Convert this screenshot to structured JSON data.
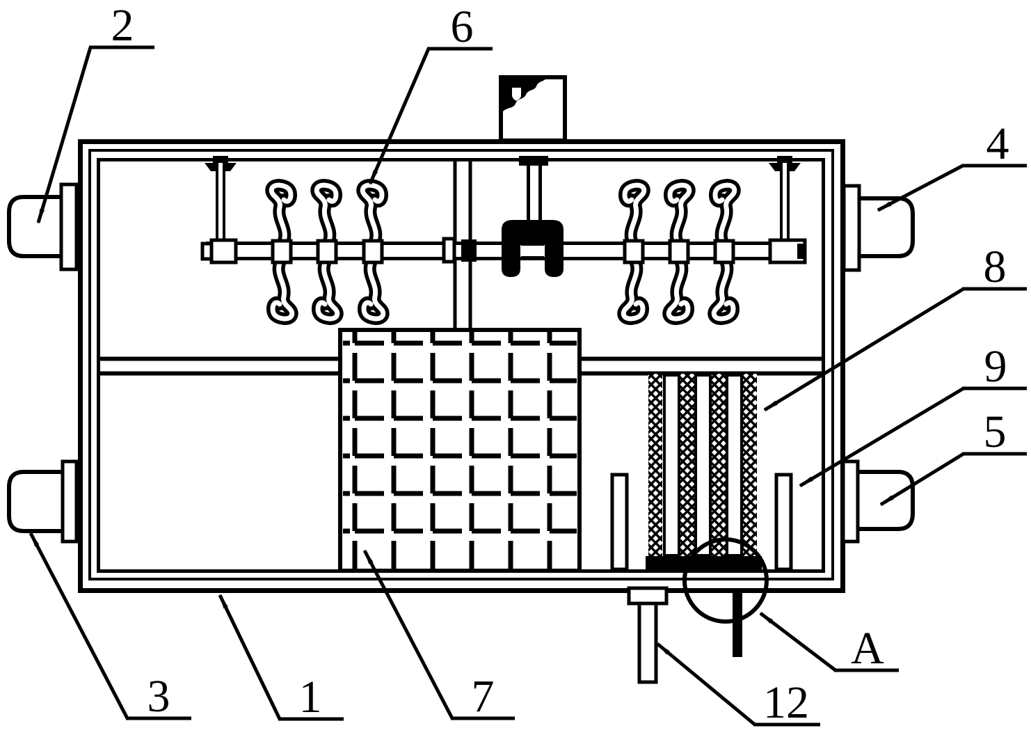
{
  "figure": {
    "kind": "patent-style technical line drawing of a treatment tank apparatus",
    "background_color": "#ffffff",
    "ink_color": "#000000",
    "callouts": [
      {
        "text": "2",
        "target": "upper-left-port"
      },
      {
        "text": "6",
        "target": "agitator-blade"
      },
      {
        "text": "4",
        "target": "upper-right-port"
      },
      {
        "text": "8",
        "target": "filter-mesh-bars"
      },
      {
        "text": "9",
        "target": "baffle-plate"
      },
      {
        "text": "5",
        "target": "lower-right-port"
      },
      {
        "text": "3",
        "target": "lower-left-port"
      },
      {
        "text": "1",
        "target": "tank-body"
      },
      {
        "text": "7",
        "target": "grid-packing-block"
      },
      {
        "text": "12",
        "target": "drain-pipe"
      },
      {
        "text": "A",
        "target": "detail-circle"
      }
    ]
  }
}
